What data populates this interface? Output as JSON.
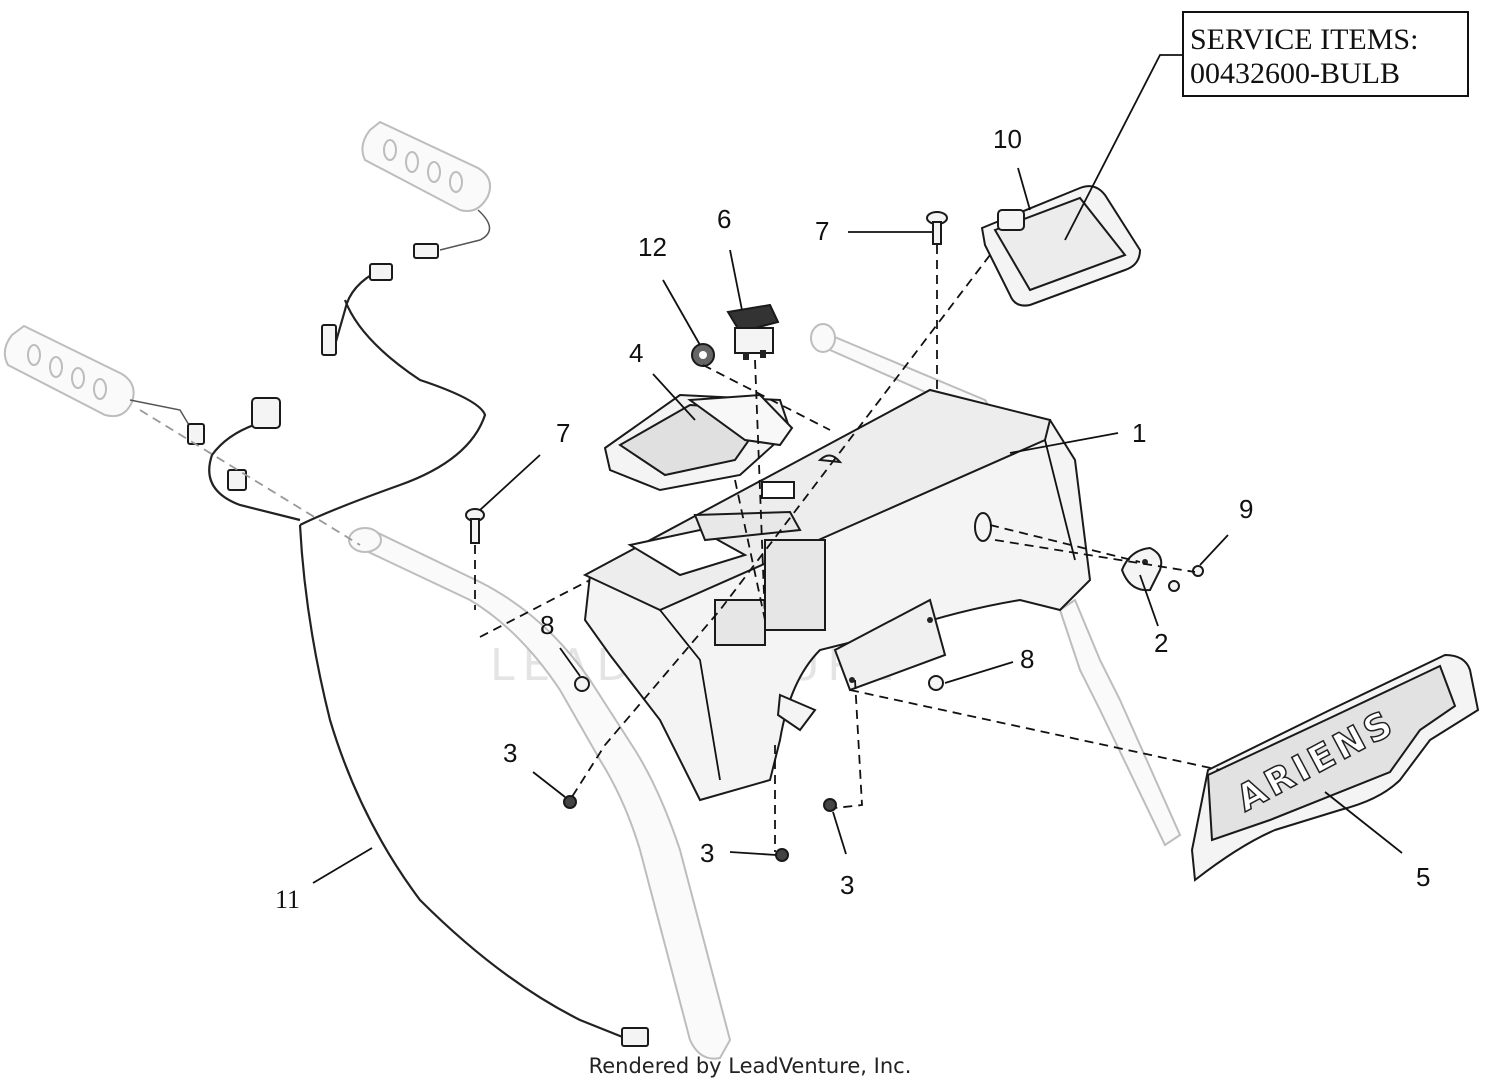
{
  "service_box": {
    "line1": "SERVICE ITEMS:",
    "line2": "00432600-BULB"
  },
  "watermark": "LEADVENTURE",
  "footer": "Rendered by LeadVenture, Inc.",
  "brand_decal": "ARIENS",
  "callouts": [
    "10",
    "6",
    "7",
    "12",
    "4",
    "7",
    "1",
    "9",
    "2",
    "8",
    "8",
    "3",
    "3",
    "3",
    "11",
    "5"
  ]
}
